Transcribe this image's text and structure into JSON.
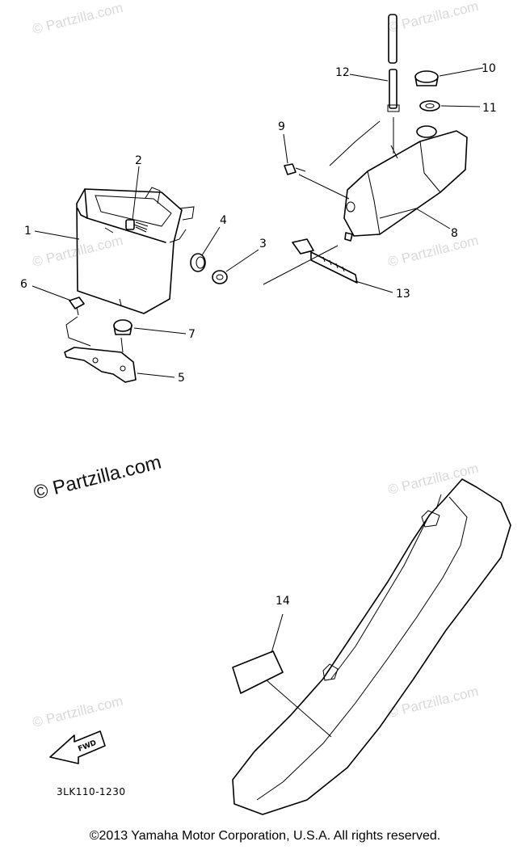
{
  "watermarks": {
    "prominent": "© Partzilla.com",
    "faint": "© Partzilla.com"
  },
  "callouts": [
    "1",
    "2",
    "3",
    "4",
    "5",
    "6",
    "7",
    "8",
    "9",
    "10",
    "11",
    "12",
    "13",
    "14"
  ],
  "fwd_label": "FWD",
  "diagram_code": "3LK110-1230",
  "copyright": "©2013  Yamaha Motor Corporation, U.S.A. All rights reserved."
}
